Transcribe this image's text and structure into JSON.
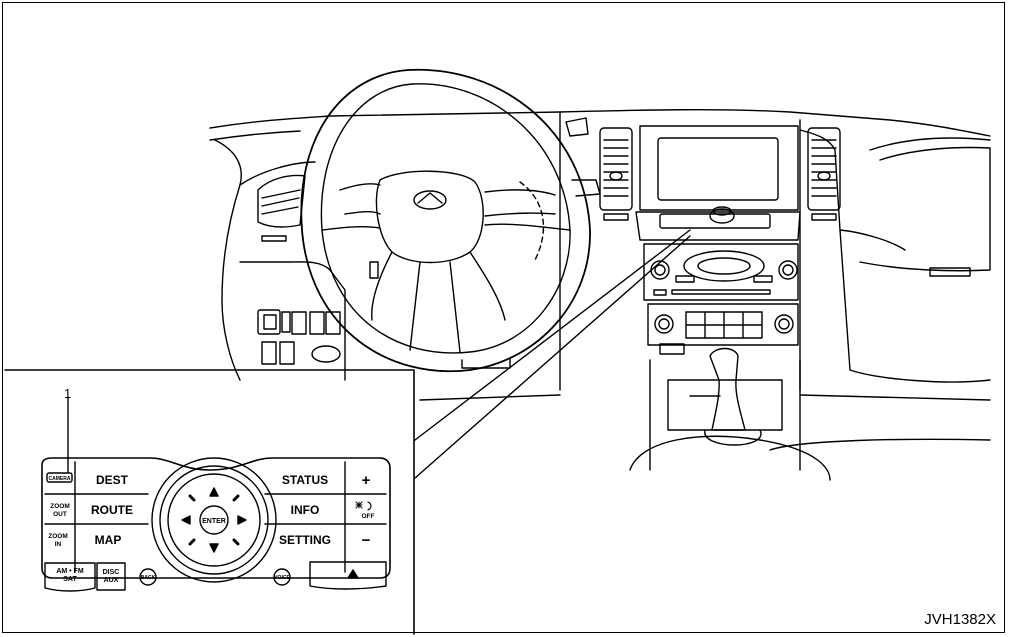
{
  "figure_code": "JVH1382X",
  "callout_number": "1",
  "panel": {
    "camera": "CAMERA",
    "dest": "DEST",
    "zoom_out": [
      "ZOOM",
      "OUT"
    ],
    "route": "ROUTE",
    "zoom_in": [
      "ZOOM",
      "IN"
    ],
    "map": "MAP",
    "enter": "ENTER",
    "status": "STATUS",
    "plus": "+",
    "info": "INFO",
    "off": "OFF",
    "setting": "SETTING",
    "minus": "−",
    "am_fm_sat": [
      "AM • FM",
      "SAT"
    ],
    "disc_aux": [
      "DISC",
      "AUX"
    ],
    "back": "BACK",
    "voice": "VOICE"
  }
}
